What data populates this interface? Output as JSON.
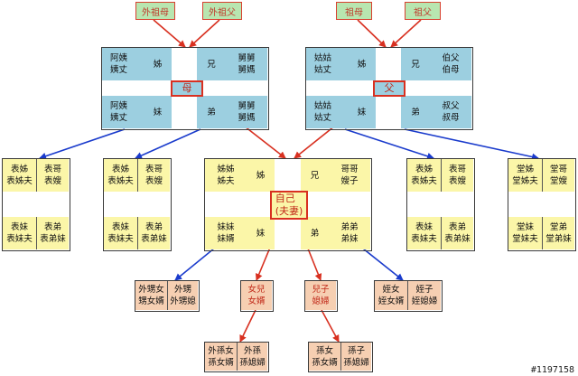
{
  "grandparents_maternal": {
    "grandma": "外祖母",
    "grandpa": "外祖父"
  },
  "grandparents_paternal": {
    "grandma": "祖母",
    "grandpa": "祖父"
  },
  "mother_family": {
    "mother": "母",
    "tl_names": "阿姨\n姨丈",
    "tl_rel": "姊",
    "tr_rel": "兄",
    "tr_names": "舅舅\n舅媽",
    "bl_names": "阿姨\n姨丈",
    "bl_rel": "妹",
    "br_rel": "弟",
    "br_names": "舅舅\n舅媽"
  },
  "father_family": {
    "father": "父",
    "tl_names": "姑姑\n姑丈",
    "tl_rel": "姊",
    "tr_rel": "兄",
    "tr_names": "伯父\n伯母",
    "bl_names": "姑姑\n姑丈",
    "bl_rel": "妹",
    "br_rel": "弟",
    "br_names": "叔父\n叔母"
  },
  "self_family": {
    "self": "自己\n(夫妻)",
    "tl_names": "姊姊\n姊夫",
    "tl_rel": "姊",
    "tr_rel": "兄",
    "tr_names": "哥哥\n嫂子",
    "bl_names": "妹妹\n妹婿",
    "bl_rel": "妹",
    "br_rel": "弟",
    "br_names": "弟弟\n弟妹"
  },
  "cousins_maternal_left": {
    "tl": "表姊\n表姊夫",
    "tr": "表哥\n表嫂",
    "bl": "表妹\n表妹夫",
    "br": "表弟\n表弟妹"
  },
  "cousins_maternal_right": {
    "tl": "表姊\n表姊夫",
    "tr": "表哥\n表嫂",
    "bl": "表妹\n表妹夫",
    "br": "表弟\n表弟妹"
  },
  "cousins_paternal_left": {
    "tl": "表姊\n表姊夫",
    "tr": "表哥\n表嫂",
    "bl": "表妹\n表妹夫",
    "br": "表弟\n表弟妹"
  },
  "cousins_paternal_right": {
    "tl": "堂姊\n堂姊夫",
    "tr": "堂哥\n堂嫂",
    "bl": "堂妹\n堂妹夫",
    "br": "堂弟\n堂弟妹"
  },
  "next_gen": {
    "niece_sister": {
      "left": "外甥女\n甥女婿",
      "right": "外甥\n外甥媳"
    },
    "daughter": "女兒\n女婿",
    "son": "兒子\n媳婦",
    "niece_brother": {
      "left": "姪女\n姪女婿",
      "right": "姪子\n姪媳婦"
    }
  },
  "grandchildren": {
    "daughter_side": {
      "left": "外孫女\n孫女婿",
      "right": "外孫\n孫媳婦"
    },
    "son_side": {
      "left": "孫女\n孫女婿",
      "right": "孫子\n孫媳婦"
    }
  },
  "watermark": "#1197158",
  "colors": {
    "red": "#d83020",
    "blue": "#1a3bcc",
    "mother_family": "#9ccfe0",
    "self_family": "#fbf6a8",
    "descendants": "#f6cfb2",
    "grandparents": "#b8e6b0"
  }
}
